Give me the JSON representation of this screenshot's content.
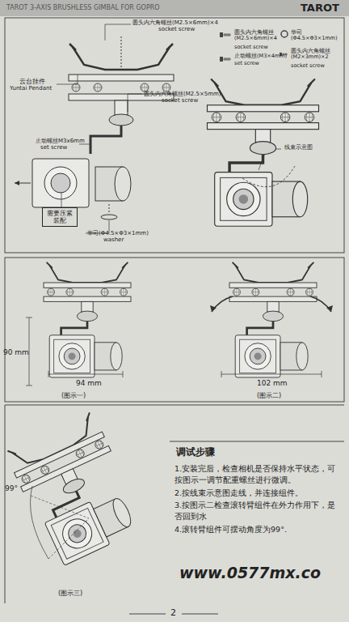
{
  "diagram": {
    "title": "TAROT 3-AXIS BRUSHLESS GIMBAL FOR GOPRO",
    "nodes": [
      {
        "text": [
          "需要压紧装配"
        ]
      }
    ],
    "edges": [],
    "labels": [
      "TAROT",
      "圆头内六角螺丝(M2.5×6mm)×4",
      "socket screw",
      "圆头内六角螺丝(M2.5×6mm)×4",
      "socket screw",
      "华司(Φ4.5×Φ3×1mm)",
      "止动螺丝(M3×4mm)",
      "set screw",
      "圆头内六角螺丝(M2×3mm)×2",
      "socket screw",
      "云台挂件",
      "Yuntai Pendant",
      "圆头内六角螺丝(M2.5×5mm)",
      "socket screw",
      "止动螺丝M3x6mm",
      "set screw",
      "华司(Φ4.5×Φ3×1mm)",
      "washer",
      "线束示意图",
      "90 mm",
      "94 mm",
      "(图示一)",
      "102 mm",
      "(图示二)",
      "99°",
      "(图示三)",
      "调试步骤",
      "1.安装完后，检查相机是否保持水平状态，可按图示一调节配重螺丝进行微调。",
      "2.按线束示意图走线，并连接组件。",
      "3.按图示二检查滚转臂组件在外力作用下，是否回到水",
      "4.滚转臂组件可摆动角度为99°.",
      "www.0577mx.co",
      "2"
    ]
  }
}
